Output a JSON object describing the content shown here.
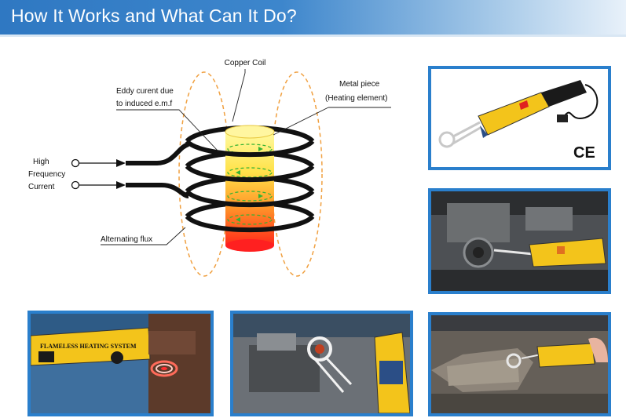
{
  "header": {
    "title": "How It Works and What Can It Do?"
  },
  "diagram": {
    "labels": {
      "copper_coil": "Copper Coil",
      "eddy_line1": "Eddy curent due",
      "eddy_line2": "to induced e.m.f",
      "metal_line1": "Metal piece",
      "metal_line2": "(Heating element)",
      "hf_line1": "High",
      "hf_line2": "Frequency",
      "hf_line3": "Current",
      "flux": "Alternating flux"
    },
    "colors": {
      "coil": "#111111",
      "flux": "#f0a040",
      "eddy": "#34b233",
      "hot": "#ff2020",
      "warm": "#ffe24a"
    }
  },
  "photos": [
    {
      "name": "product-photo",
      "badge": "CE"
    },
    {
      "name": "engine-photo"
    },
    {
      "name": "flameless-heating-photo",
      "device_text": "FLAMELESS HEATING SYSTEM"
    },
    {
      "name": "vise-photo"
    },
    {
      "name": "exhaust-photo"
    }
  ],
  "colors": {
    "frame": "#2a7fcc",
    "banner": "#2f78c2",
    "tool_yellow": "#f3c41b"
  }
}
